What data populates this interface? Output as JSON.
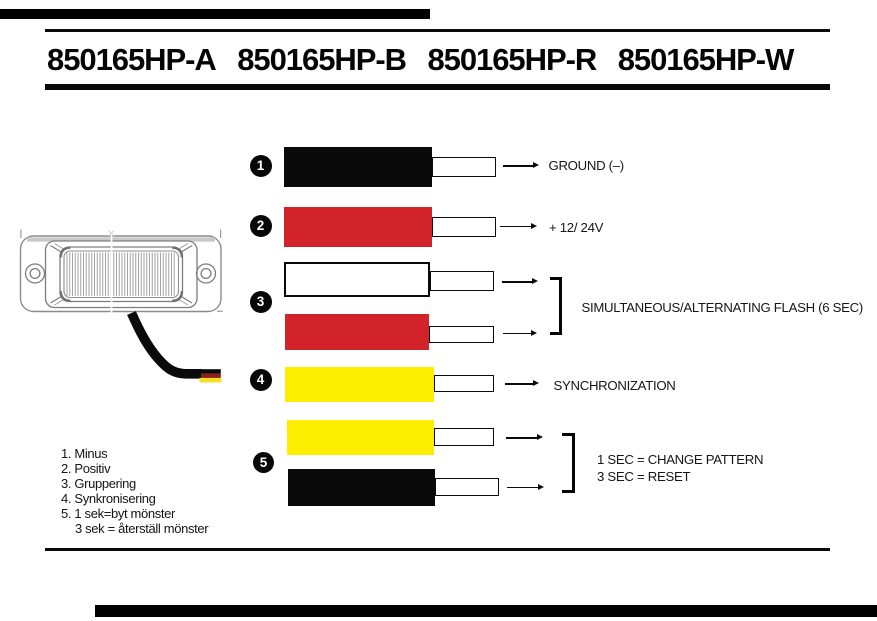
{
  "title": {
    "models": [
      "850165HP-A",
      "850165HP-B",
      "850165HP-R",
      "850165HP-W"
    ]
  },
  "colors": {
    "black": "#0a0a0a",
    "red": "#d2222a",
    "yellow": "#fdee00",
    "white": "#ffffff",
    "cable_tip_red": "#8b2217",
    "cable_tip_yellow": "#f6df24",
    "rule": "#000000"
  },
  "wires": [
    {
      "num": "1",
      "color": "black",
      "label": "GROUND (–)"
    },
    {
      "num": "2",
      "color": "red",
      "label": "+ 12/ 24V"
    },
    {
      "num": "3",
      "colors": [
        "white",
        "red"
      ],
      "label": "SIMULTANEOUS/ALTERNATING FLASH (6 SEC)"
    },
    {
      "num": "4",
      "color": "yellow",
      "label": "SYNCHRONIZATION"
    },
    {
      "num": "5",
      "colors": [
        "yellow",
        "black"
      ],
      "labels": [
        "1 SEC = CHANGE PATTERN",
        "3 SEC = RESET"
      ]
    }
  ],
  "legend": {
    "items": [
      "1. Minus",
      "2. Positiv",
      "3. Gruppering",
      "4. Synkronisering",
      "5. 1 sek=byt mönster",
      "3 sek = återställ mönster"
    ]
  }
}
